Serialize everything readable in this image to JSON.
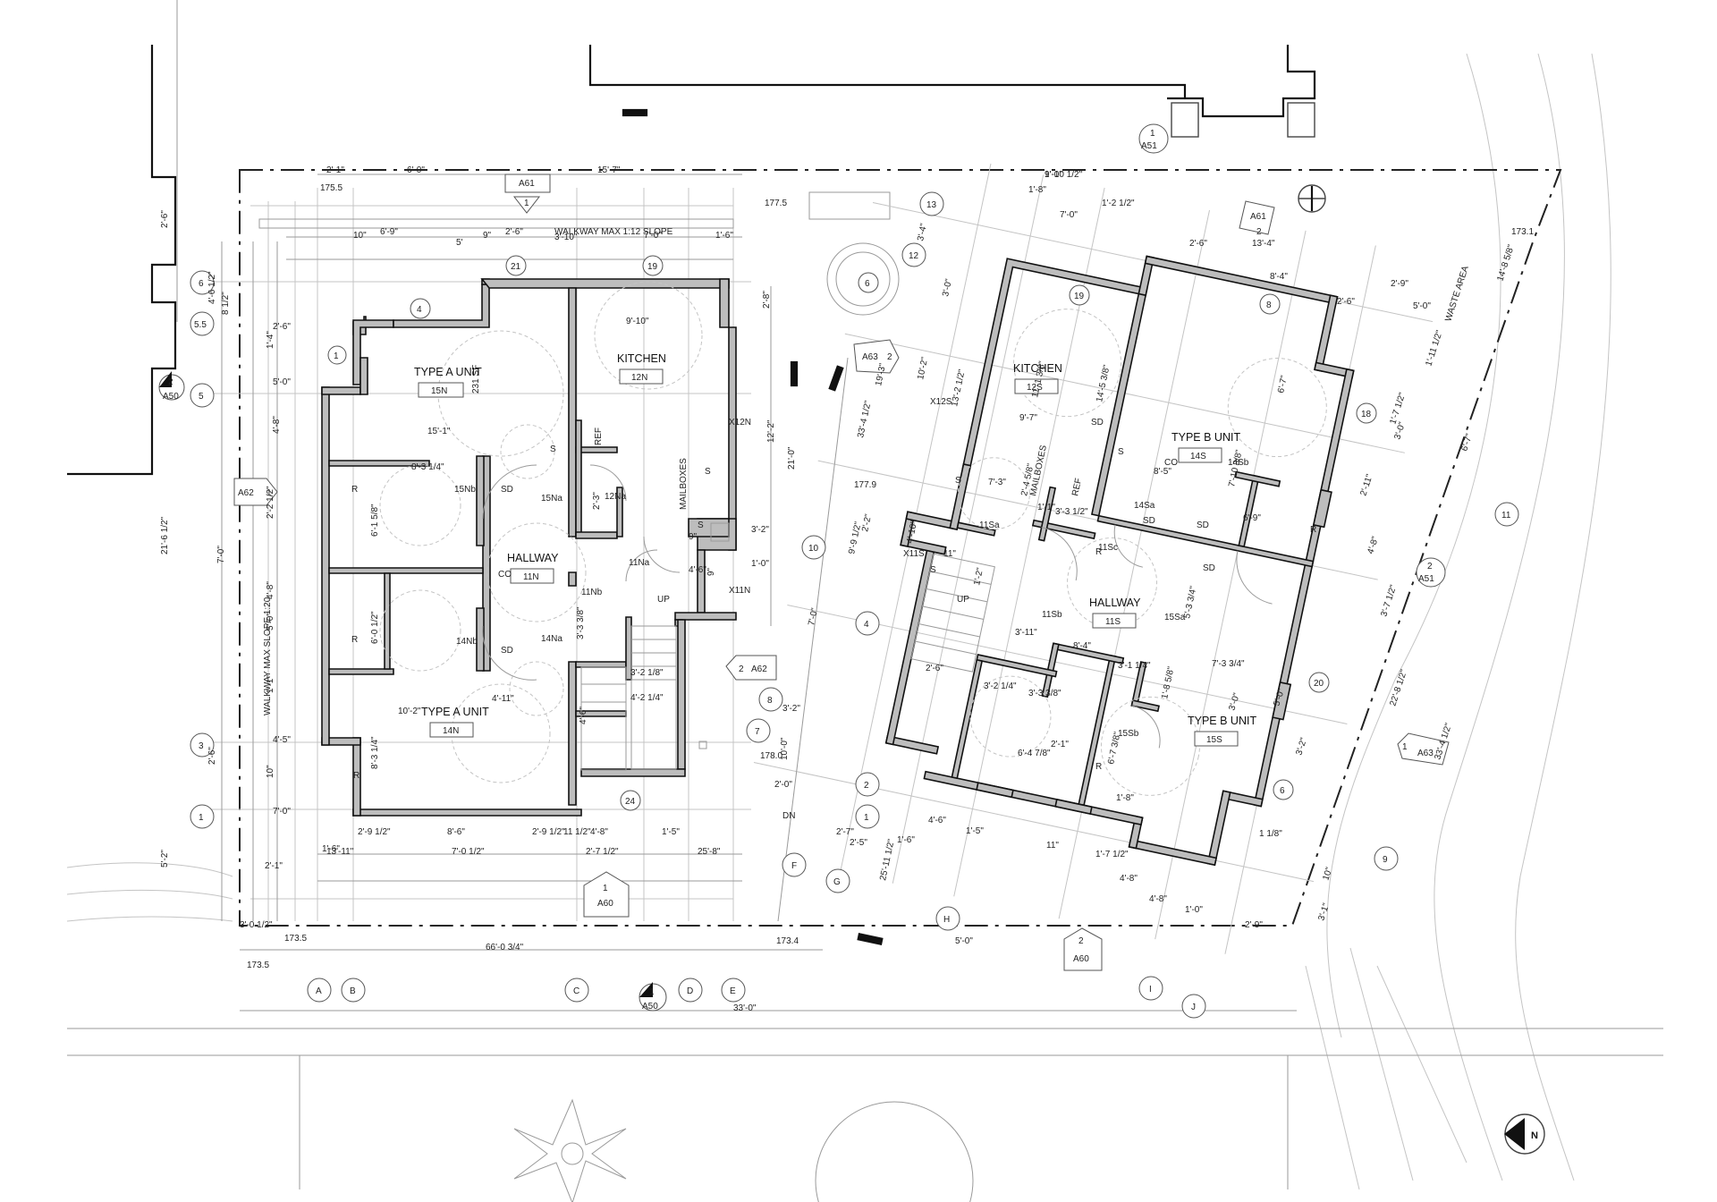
{
  "labels": {
    "walkway_top": "WALKWAY  MAX 1:12 SLOPE",
    "walkway_left": "WALKWAY  MAX SLOPE 1:20",
    "waste_area": "WASTE AREA",
    "up1": "UP",
    "up2": "UP",
    "dn": "DN",
    "ref_n": "REF",
    "ref_s": "REF",
    "mailboxes_n": "MAILBOXES",
    "mailboxes_s": "MAILBOXES",
    "sf": "231 SF"
  },
  "rooms": [
    {
      "id": "typeA15",
      "name": "TYPE A UNIT",
      "tag": "15N"
    },
    {
      "id": "kitchen12N",
      "name": "KITCHEN",
      "tag": "12N"
    },
    {
      "id": "hall11N",
      "name": "HALLWAY",
      "tag": "11N"
    },
    {
      "id": "typeA14",
      "name": "TYPE A UNIT",
      "tag": "14N"
    },
    {
      "id": "kitchen12S",
      "name": "KITCHEN",
      "tag": "12S"
    },
    {
      "id": "typeB14",
      "name": "TYPE B UNIT",
      "tag": "14S"
    },
    {
      "id": "hall11S",
      "name": "HALLWAY",
      "tag": "11S"
    },
    {
      "id": "typeB15",
      "name": "TYPE B UNIT",
      "tag": "15S"
    }
  ],
  "gridlines": {
    "letters": [
      "A",
      "B",
      "C",
      "D",
      "E",
      "F",
      "G",
      "H",
      "I",
      "J"
    ],
    "numbers_left": [
      "6",
      "5.5",
      "5",
      "3",
      "1"
    ],
    "numbers_mid": [
      "4",
      "21",
      "19",
      "10",
      "4",
      "8",
      "7",
      "2",
      "1",
      "24"
    ],
    "numbers_right": [
      "13",
      "12",
      "6",
      "11",
      "9",
      "20",
      "6",
      "18",
      "19",
      "8",
      "1"
    ]
  },
  "sheet_refs": {
    "a61_top": "A61",
    "a61_top_n": "1",
    "a61_right": "A61",
    "a61_right_n": "2",
    "a51_top": "A51",
    "a51_top_n": "1",
    "a51_right": "A51",
    "a51_right_n": "2",
    "a50_left": "A50",
    "a50_left_n": "2",
    "a50_bottom": "A50",
    "a50_bottom_n": "1",
    "a62_left": "A62",
    "a62_left_n": "1",
    "a62_mid": "A62",
    "a62_mid_n": "2",
    "a63_mid": "A63",
    "a63_mid_n": "2",
    "a63_right": "A63",
    "a63_right_n": "1",
    "a60_bottom": "A60",
    "a60_bottom_n": "1",
    "a60_right": "A60",
    "a60_right_n": "2"
  },
  "elevations": [
    "175.5",
    "177.5",
    "173.1",
    "178.0",
    "177.9",
    "173.5",
    "173.5",
    "173.4"
  ],
  "dims_left_bldg": [
    "2'-1\"",
    "6'-0\"",
    "15'-7\"",
    "10\"",
    "6'-9\"",
    "9\"",
    "2'-6\"",
    "3'-10\"",
    "7'-0\"",
    "1'-6\"",
    "5'",
    "9'-10\"",
    "2'-8\"",
    "12'-2\"",
    "21'-0\"",
    "8'-3 1/4\"",
    "15'-1\"",
    "6'-1 5/8\"",
    "6'-0 1/2\"",
    "10'-2\"",
    "4'-11\"",
    "8'-3 1/4\"",
    "2'-9 1/2\"",
    "8'-6\"",
    "2'-9 1/2\"",
    "11 1/2\"",
    "4'-8\"",
    "1'-5\"",
    "13'-11\"",
    "7'-0 1/2\"",
    "2'-7 1/2\"",
    "25'-8\"",
    "66'-0 3/4\"",
    "33'-0\"",
    "21'-6 1/2\"",
    "7'-0\"",
    "2'-6\"",
    "4'-6 1/2\"",
    "8 1/2\"",
    "2'-6\"",
    "1'-4\"",
    "5'-0\"",
    "4'-8\"",
    "2'-2 1/2\"",
    "4'-8\"",
    "5'-0\"",
    "1'-1\"",
    "4'-5\"",
    "2'-6\"",
    "10\"",
    "7'-0\"",
    "5'-2\"",
    "2'-1\"",
    "1'-6\"",
    "3'-0 1/2\"",
    "3'-3 3/8\"",
    "3'-2 1/8\"",
    "4'-2 1/4\"",
    "4'-6\"",
    "2'-3\"",
    "3'-2\"",
    "1'-0\"",
    "9\"",
    "4'-6\"",
    "9\"",
    "2'-0\"",
    "10'-0\""
  ],
  "dims_right_bldg": [
    "9'-10 1/2\"",
    "1'-8\"",
    "1'-2 1/2\"",
    "7'-0\"",
    "2'-6\"",
    "13'-4\"",
    "8'-4\"",
    "2'-6\"",
    "2'-9\"",
    "5'-0\"",
    "14'-8 5/8\"",
    "1'-11 1/2\"",
    "6'-7\"",
    "3'-4\"",
    "3'-0\"",
    "10'-2\"",
    "19'-3\"",
    "33'-4 1/2\"",
    "13'-2 1/2\"",
    "9'-7\"",
    "11'-1 3/8\"",
    "14'-5 3/8\"",
    "6'-7\"",
    "1'-7 1/2\"",
    "3'-0\"",
    "2'-11\"",
    "8'-5\"",
    "7'-10 3/8\"",
    "6'-9\"",
    "4'-8\"",
    "3'-7 1/2\"",
    "22'-8 1/2\"",
    "33'-4 1/2\"",
    "7'-3\"",
    "2'-4 5/8\"",
    "1'-1\"",
    "3'-3 1/2\"",
    "4'-10\"",
    "11\"",
    "1'-2\"",
    "3'-11\"",
    "5'-3 3/4\"",
    "7'-3 3/4\"",
    "8'-4\"",
    "3'-1 1/4\"",
    "1'-8 5/8\"",
    "3'-0\"",
    "5'-0\"",
    "3'-2\"",
    "2'-6\"",
    "3'-2 1/4\"",
    "3'-3 3/8\"",
    "2'-1\"",
    "6'-7 3/8\"",
    "6'-4 7/8\"",
    "1'-8\"",
    "1 1/8\"",
    "10\"",
    "3'-1\"",
    "2'-7\"",
    "2'-5\"",
    "1'-6\"",
    "4'-6\"",
    "1'-5\"",
    "11\"",
    "1'-7 1/2\"",
    "4'-8\"",
    "4'-8\"",
    "1'-0\"",
    "2'-9\"",
    "5'-0\"",
    "25'-11 1/2\"",
    "7'-0\"",
    "9'-9 1/2\"",
    "2'-2\"",
    "3'-2\"",
    "1'-0\""
  ],
  "room_tags_small": [
    "15Nb",
    "15Na",
    "12Na",
    "14Nb",
    "14Na",
    "11Na",
    "11Nb",
    "X11N",
    "X12N",
    "11Sa",
    "11Sb",
    "11Sc",
    "14Sa",
    "14Sb",
    "15Sa",
    "15Sb",
    "X11S",
    "X12S",
    "SD",
    "SD",
    "SD",
    "SD",
    "SD",
    "SD",
    "CO",
    "CO",
    "R",
    "R",
    "R",
    "R",
    "R",
    "R",
    "S",
    "S",
    "S",
    "S",
    "S",
    "S"
  ]
}
